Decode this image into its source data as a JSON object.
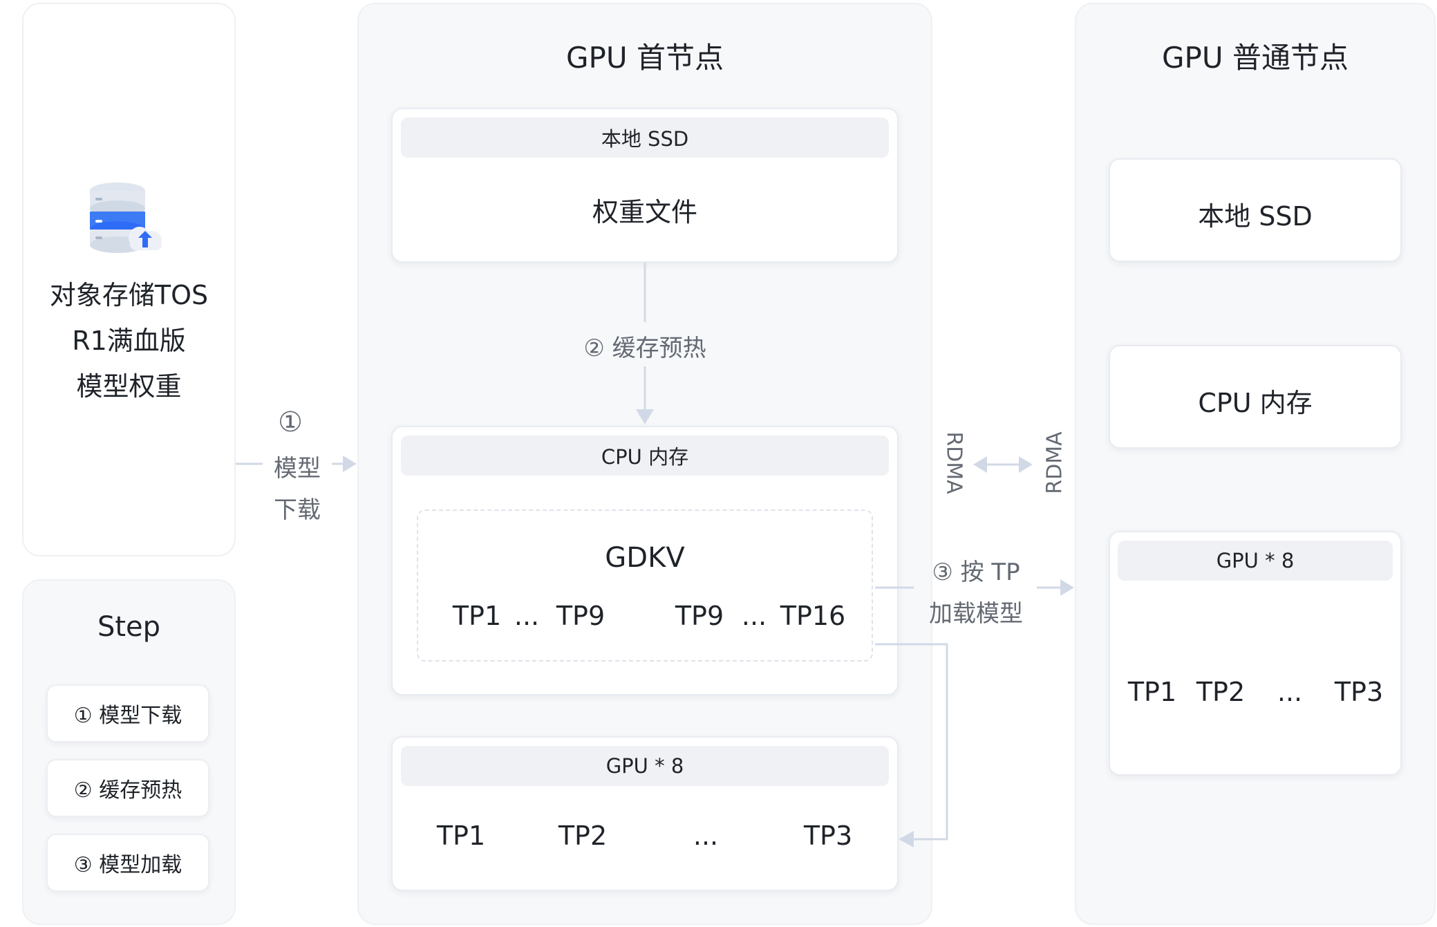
{
  "tos": {
    "lines": [
      "对象存储TOS",
      "R1满血版",
      "模型权重"
    ]
  },
  "step_panel": {
    "title": "Step",
    "items": [
      "① 模型下载",
      "② 缓存预热",
      "③ 模型加载"
    ]
  },
  "arrows": {
    "download": [
      "①",
      "模型",
      "下载"
    ],
    "prewarm": "② 缓存预热",
    "load": [
      "③ 按 TP",
      "加载模型"
    ],
    "rdma_left": "RDMA",
    "rdma_right": "RDMA"
  },
  "head_node": {
    "title": "GPU 首节点",
    "ssd": {
      "header": "本地 SSD",
      "content": "权重文件"
    },
    "cpu": {
      "header": "CPU 内存",
      "gdkv": "GDKV",
      "tp": [
        "TP1",
        "...",
        "TP9",
        "TP9",
        "...",
        "TP16"
      ]
    },
    "gpu": {
      "header": "GPU * 8",
      "tp": [
        "TP1",
        "TP2",
        "...",
        "TP3"
      ]
    }
  },
  "normal_node": {
    "title": "GPU 普通节点",
    "ssd": "本地 SSD",
    "cpu": "CPU 内存",
    "gpu": {
      "header": "GPU * 8",
      "tp": [
        "TP1",
        "TP2",
        "...",
        "TP3"
      ]
    }
  },
  "colors": {
    "accent": "#2f6cf6",
    "arrow": "#d2d9e6",
    "panel": "#f7f8fa"
  }
}
